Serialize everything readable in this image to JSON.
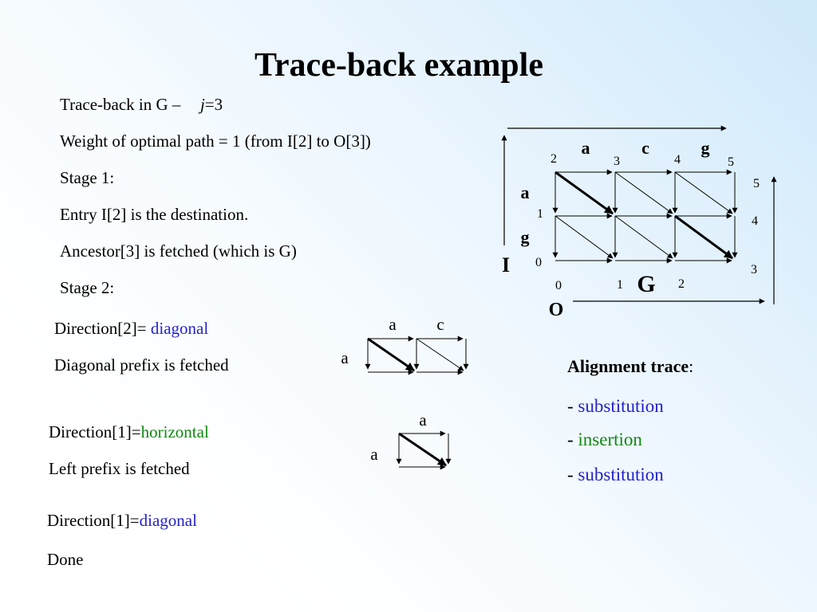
{
  "title": "Trace-back example",
  "lines": {
    "l1_prefix": "Trace-back in G –",
    "l1_var": "j",
    "l1_suffix": "=3",
    "l2": "Weight of optimal path = 1 (from I[2] to O[3])",
    "l3": "Stage 1:",
    "l4": "Entry I[2] is the destination.",
    "l5": "Ancestor[3] is fetched (which is G)",
    "l6": "Stage 2:"
  },
  "steps": [
    {
      "label": "Direction[2]= ",
      "value": "diagonal",
      "note": "Diagonal prefix is fetched"
    },
    {
      "label": "Direction[1]=",
      "value": "horizontal",
      "note": "Left prefix is fetched"
    },
    {
      "label": "Direction[1]=",
      "value": "diagonal",
      "note": "Done"
    }
  ],
  "alignment": {
    "heading": "Alignment trace",
    "colon": ":",
    "items": [
      {
        "dash": "- ",
        "text": "substitution"
      },
      {
        "dash": "- ",
        "text": "insertion"
      },
      {
        "dash": "- ",
        "text": "substitution"
      }
    ]
  },
  "big_grid": {
    "top_letters": [
      "a",
      "c",
      "g"
    ],
    "top_numbers": [
      "2",
      "3",
      "4",
      "5"
    ],
    "left_letters": [
      "a",
      "g"
    ],
    "left_numbers": [
      "1",
      "0"
    ],
    "right_numbers": [
      "5",
      "4",
      "3"
    ],
    "bottom_numbers": [
      "0",
      "1",
      "2"
    ],
    "I_label": "I",
    "G_label": "G",
    "O_label": "O"
  },
  "small_grid_1": {
    "top_letters": [
      "a",
      "c"
    ],
    "left_letter": "a"
  },
  "small_grid_2": {
    "top_letter": "a",
    "left_letter": "a"
  },
  "colors": {
    "blue": "#2222cc",
    "green": "#118811"
  },
  "icons": [
    "right-arrow-icon",
    "up-arrow-icon",
    "diagonal-arrow-icon"
  ]
}
